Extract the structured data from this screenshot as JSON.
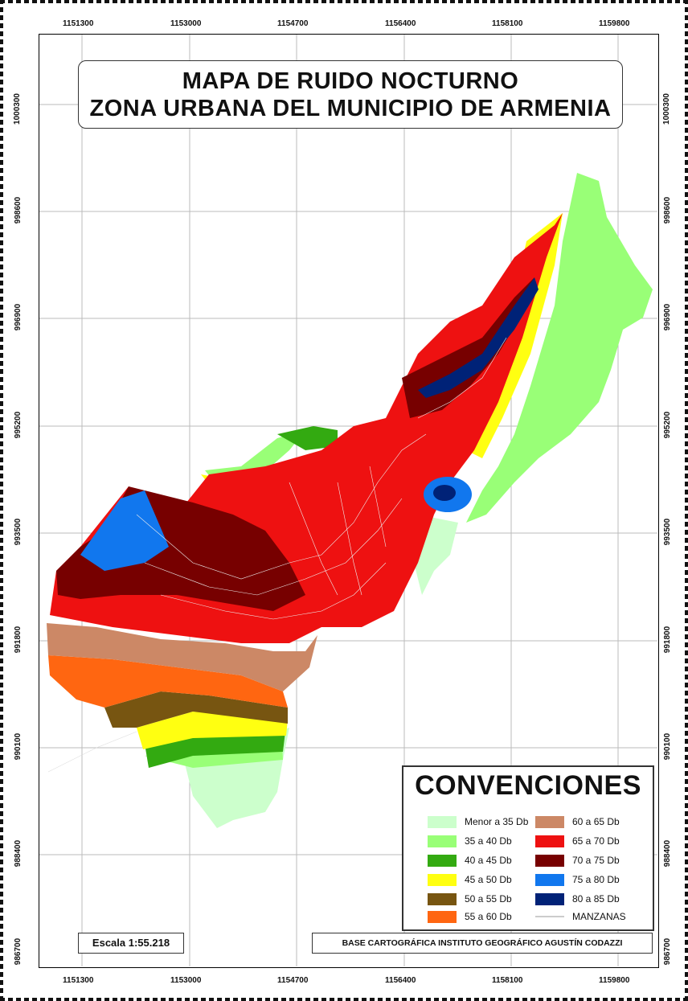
{
  "title": {
    "line1": "MAPA DE RUIDO NOCTURNO",
    "line2": "ZONA URBANA DEL MUNICIPIO DE ARMENIA"
  },
  "axes": {
    "x_ticks": [
      "1151300",
      "1153000",
      "1154700",
      "1156400",
      "1158100",
      "1159800"
    ],
    "y_ticks": [
      "1000300",
      "998600",
      "996900",
      "995200",
      "993500",
      "991800",
      "990100",
      "988400",
      "986700"
    ]
  },
  "legend": {
    "title": "CONVENCIONES",
    "items": [
      {
        "label": "Menor a 35 Db",
        "color": "#ccffcc"
      },
      {
        "label": "35 a 40 Db",
        "color": "#99ff77"
      },
      {
        "label": "40 a 45 Db",
        "color": "#33aa11"
      },
      {
        "label": "45 a 50 Db",
        "color": "#ffff11"
      },
      {
        "label": "50 a 55 Db",
        "color": "#775511"
      },
      {
        "label": "55 a 60 Db",
        "color": "#ff6611"
      },
      {
        "label": "60 a 65 Db",
        "color": "#cc8866"
      },
      {
        "label": "65 a 70 Db",
        "color": "#ee1111"
      },
      {
        "label": "70 a 75 Db",
        "color": "#770000"
      },
      {
        "label": "75 a 80 Db",
        "color": "#1177ee"
      },
      {
        "label": "80 a 85 Db",
        "color": "#002277"
      },
      {
        "label": "MANZANAS",
        "color": "#cccccc"
      }
    ]
  },
  "scale": "Escala 1:55.218",
  "source": "BASE CARTOGRÁFICA  INSTITUTO GEOGRÁFICO AGUSTÍN CODAZZI"
}
